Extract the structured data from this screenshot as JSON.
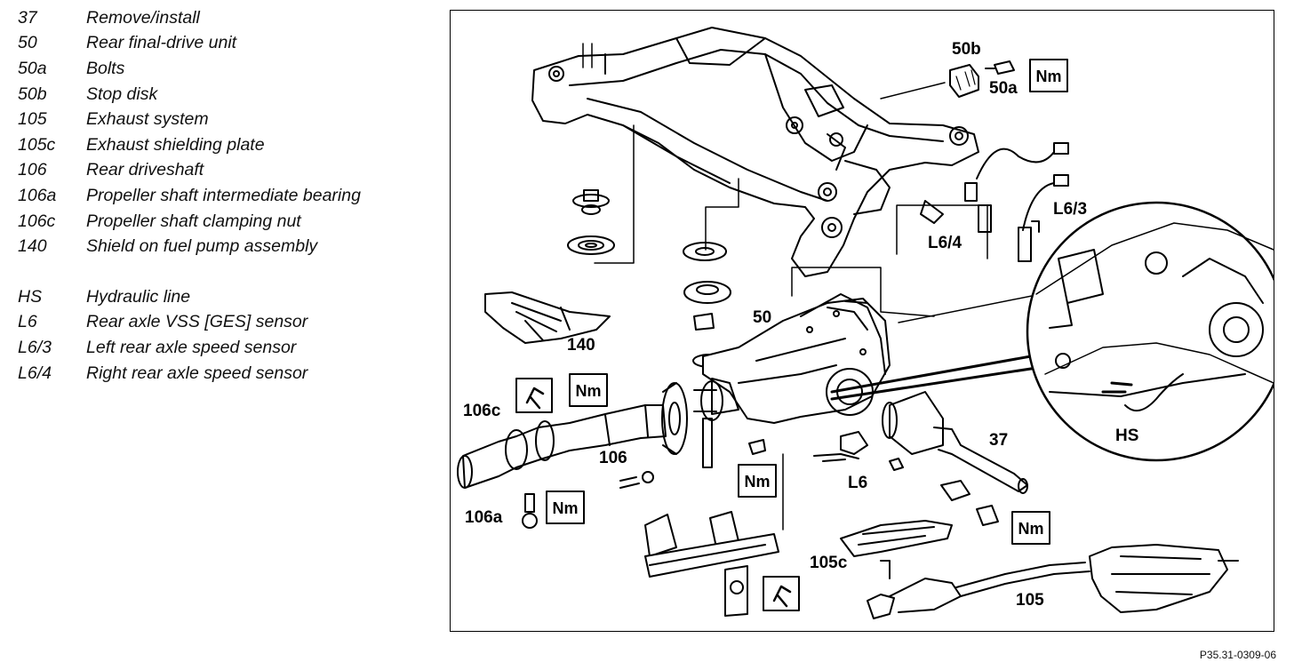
{
  "legend": {
    "items": [
      {
        "code": "37",
        "desc": "Remove/install"
      },
      {
        "code": "50",
        "desc": "Rear final-drive unit"
      },
      {
        "code": "50a",
        "desc": "Bolts"
      },
      {
        "code": "50b",
        "desc": "Stop disk"
      },
      {
        "code": "105",
        "desc": "Exhaust system"
      },
      {
        "code": "105c",
        "desc": "Exhaust shielding plate"
      },
      {
        "code": "106",
        "desc": "Rear driveshaft"
      },
      {
        "code": "106a",
        "desc": "Propeller shaft intermediate bearing"
      },
      {
        "code": "106c",
        "desc": "Propeller shaft clamping nut"
      },
      {
        "code": "140",
        "desc": "Shield on fuel pump assembly"
      }
    ],
    "items2": [
      {
        "code": "HS",
        "desc": "Hydraulic line"
      },
      {
        "code": "L6",
        "desc": "Rear axle VSS [GES] sensor"
      },
      {
        "code": "L6/3",
        "desc": "Left rear axle speed sensor"
      },
      {
        "code": "L6/4",
        "desc": "Right rear axle speed sensor"
      }
    ]
  },
  "diagram": {
    "labels": {
      "l50b": "50b",
      "l50a": "50a",
      "l63": "L6/3",
      "l64": "L6/4",
      "l140": "140",
      "l50": "50",
      "l106c": "106c",
      "l106": "106",
      "l106a": "106a",
      "l37": "37",
      "l6": "L6",
      "lhs": "HS",
      "l105c": "105c",
      "l105": "105"
    },
    "torque_label": "Nm"
  },
  "reference": "P35.31-0309-06"
}
